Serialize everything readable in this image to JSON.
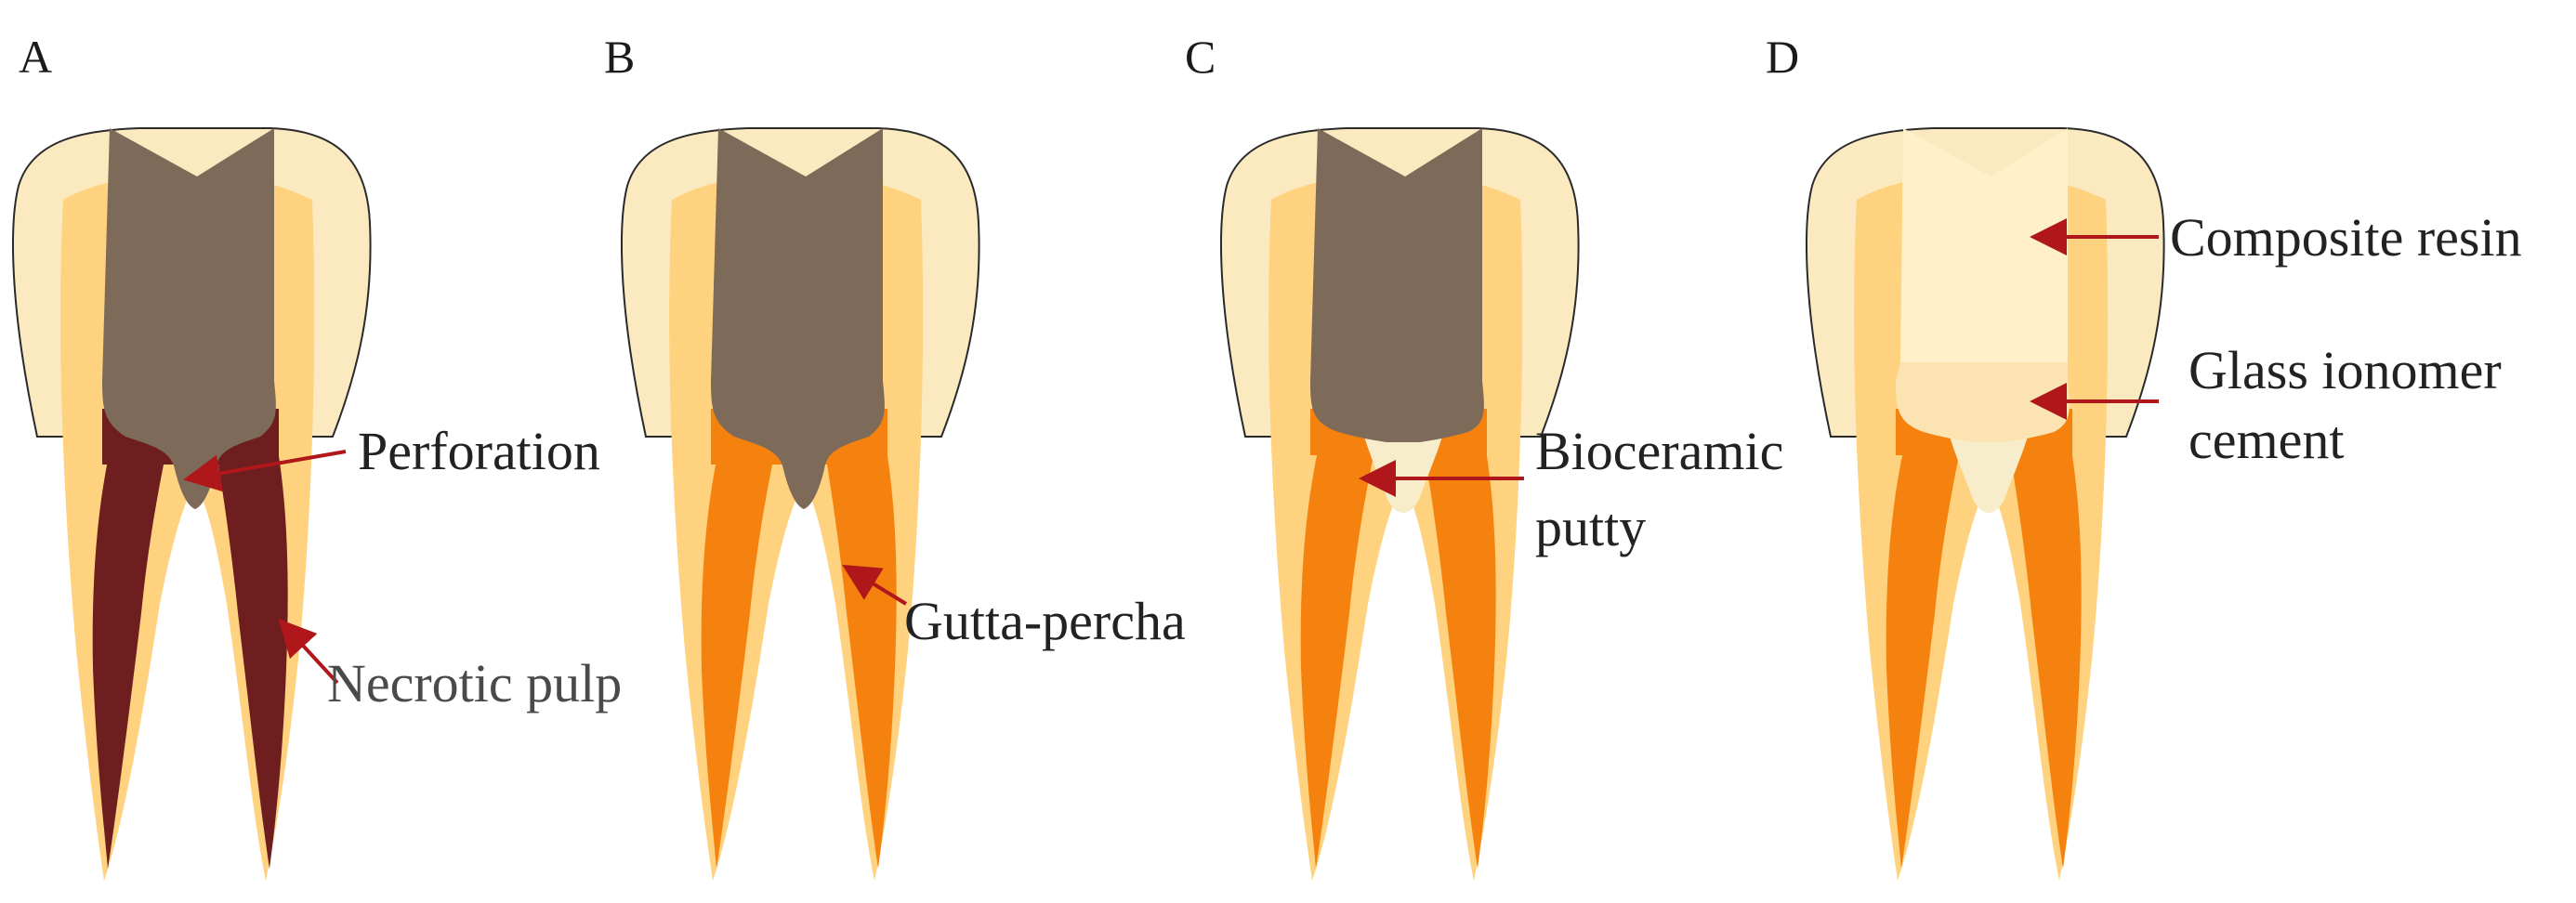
{
  "panels": [
    {
      "letter": "A",
      "labels": {
        "perforation": "Perforation",
        "necrotic_pulp": "Necrotic pulp"
      }
    },
    {
      "letter": "B",
      "labels": {
        "gutta_percha": "Gutta-percha"
      }
    },
    {
      "letter": "C",
      "labels": {
        "bioceramic_line1": "Bioceramic",
        "bioceramic_line2": "putty"
      }
    },
    {
      "letter": "D",
      "labels": {
        "composite_resin": "Composite resin",
        "glass_ionomer_line1": "Glass ionomer",
        "glass_ionomer_line2": "cement"
      }
    }
  ],
  "colors": {
    "enamel": "#FBE9C0",
    "dentin": "#FFD27F",
    "cavity": "#7D6A58",
    "necrotic_pulp": "#6E1E1E",
    "gutta_percha": "#F5820F",
    "bioceramic": "#F7EDCB",
    "composite_resin": "#FFF0C8",
    "glass_ionomer": "#FBE4B2",
    "arrow": "#B0171A",
    "outline": "#2a2a2a"
  }
}
